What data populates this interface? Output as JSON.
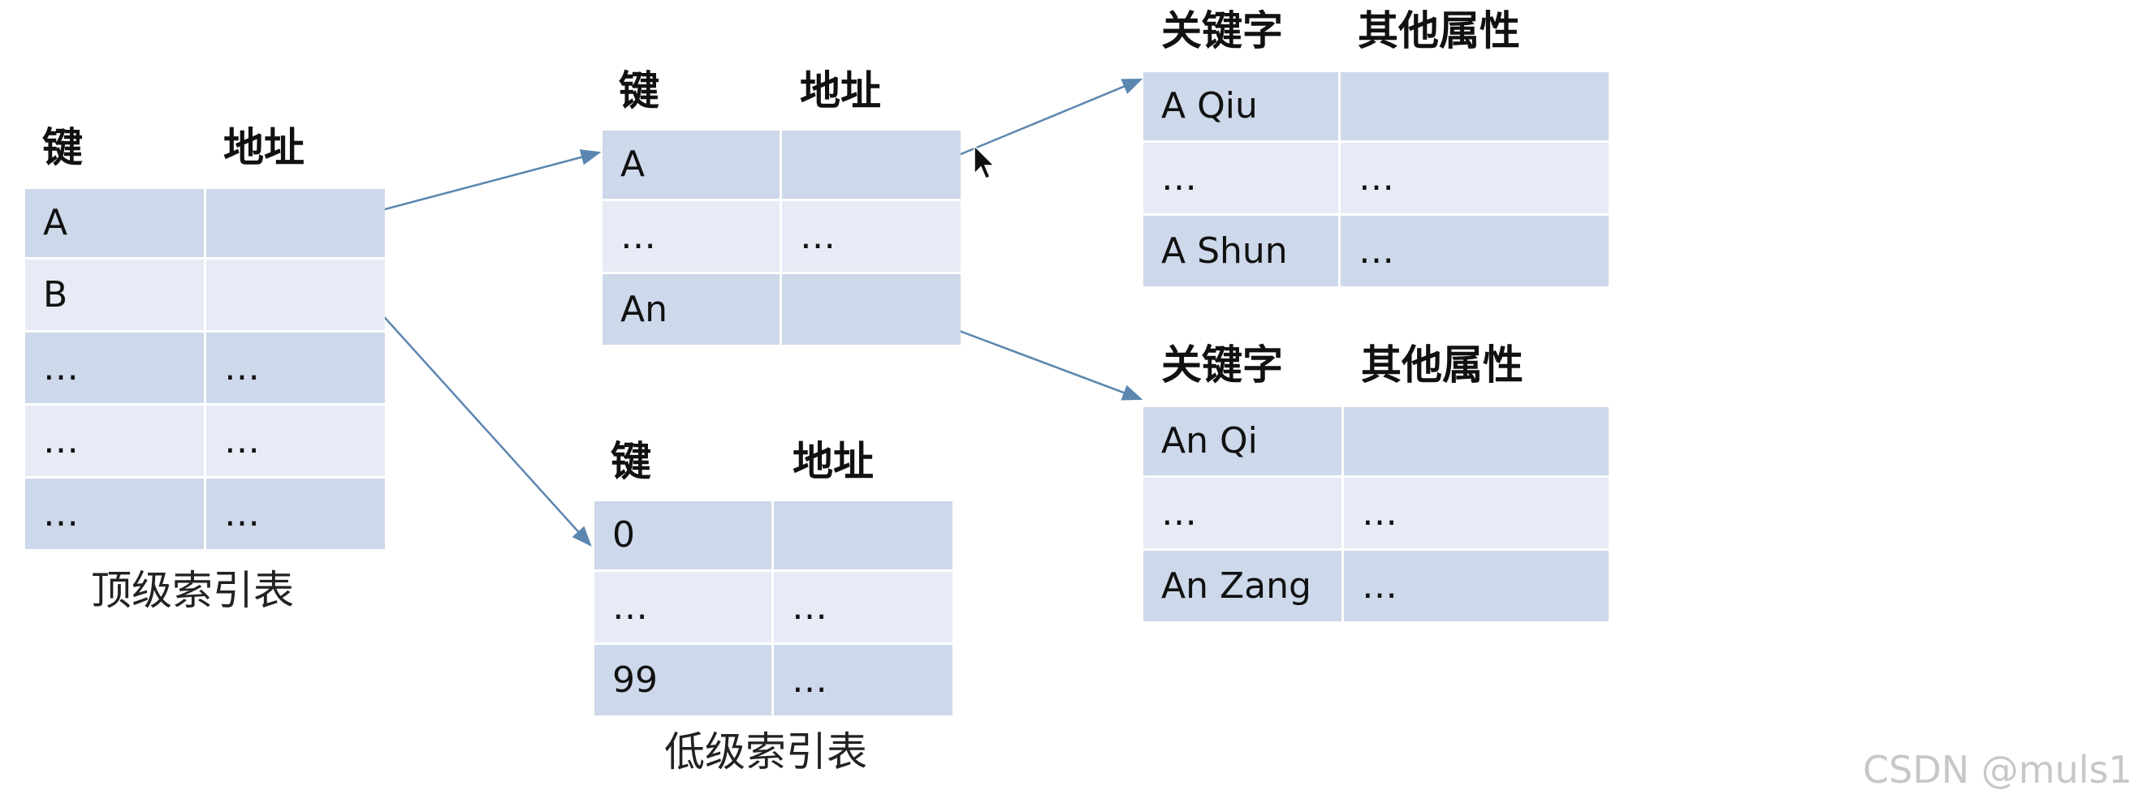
{
  "top_index": {
    "headers": [
      "键",
      "地址"
    ],
    "rows": [
      [
        "A",
        ""
      ],
      [
        "B",
        ""
      ],
      [
        "…",
        "…"
      ],
      [
        "…",
        "…"
      ],
      [
        "…",
        "…"
      ]
    ],
    "caption": "顶级索引表"
  },
  "sub_index_a": {
    "headers": [
      "键",
      "地址"
    ],
    "rows": [
      [
        "A",
        ""
      ],
      [
        "…",
        "…"
      ],
      [
        "An",
        ""
      ]
    ]
  },
  "sub_index_b": {
    "headers": [
      "键",
      "地址"
    ],
    "rows": [
      [
        "0",
        ""
      ],
      [
        "…",
        "…"
      ],
      [
        "99",
        "…"
      ]
    ],
    "caption": "低级索引表"
  },
  "records_a": {
    "headers": [
      "关键字",
      "其他属性"
    ],
    "rows": [
      [
        "A Qiu",
        ""
      ],
      [
        "…",
        "…"
      ],
      [
        "A Shun",
        "…"
      ]
    ]
  },
  "records_an": {
    "headers": [
      "关键字",
      "其他属性"
    ],
    "rows": [
      [
        "An Qi",
        ""
      ],
      [
        "…",
        "…"
      ],
      [
        "An Zang",
        "…"
      ]
    ]
  },
  "watermark": "CSDN @muls1",
  "colors": {
    "row_dark": "#cdd8ea",
    "row_light": "#e6ebf5",
    "arrow": "#5b86b0"
  }
}
